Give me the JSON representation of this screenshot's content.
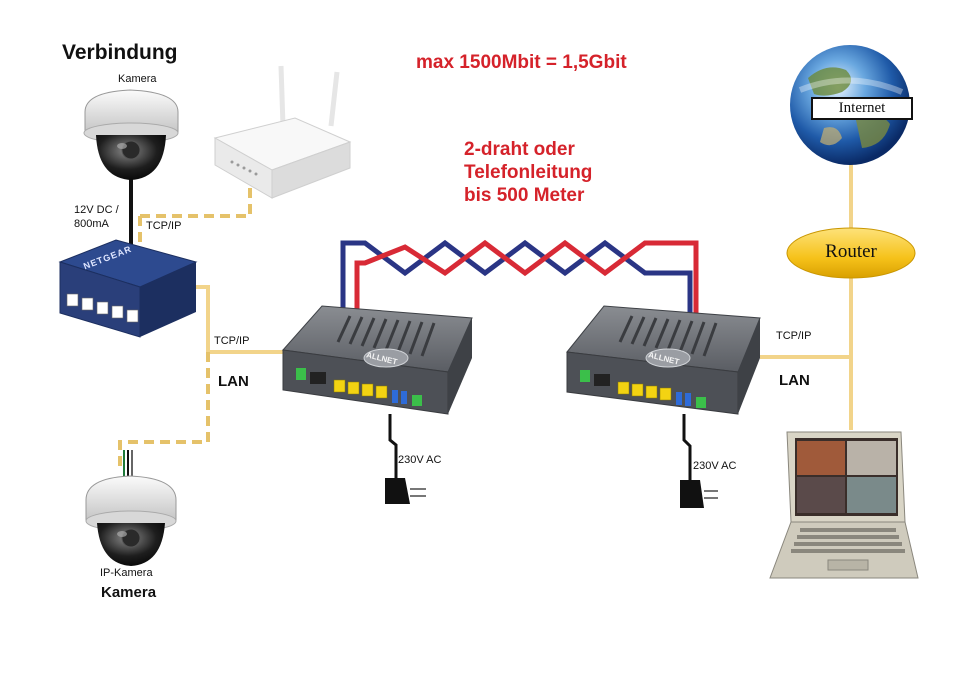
{
  "title": "Verbindung",
  "header_note": "max 1500Mbit = 1,5Gbit",
  "line_note": [
    "2-draht oder",
    "Telefonleitung",
    "bis 500 Meter"
  ],
  "camera_top_label": "Kamera",
  "power_label_1": "12V DC /",
  "power_label_2": "800mA",
  "tcpip": "TCP/IP",
  "switch_brand": "NETGEAR",
  "lan": "LAN",
  "ac_label": "230V AC",
  "ip_camera_label": "IP-Kamera",
  "bottom_camera_label": "Kamera",
  "internet_label": "Internet",
  "router_label": "Router",
  "device_brand": "ALLNET",
  "colors": {
    "cable_yellow": "#f2d48a",
    "cable_dashed": "#e5c26a",
    "wire_red": "#d82a36",
    "wire_blue": "#2a3585",
    "note_red": "#d5222a",
    "router_fill": "#f6c21a"
  }
}
